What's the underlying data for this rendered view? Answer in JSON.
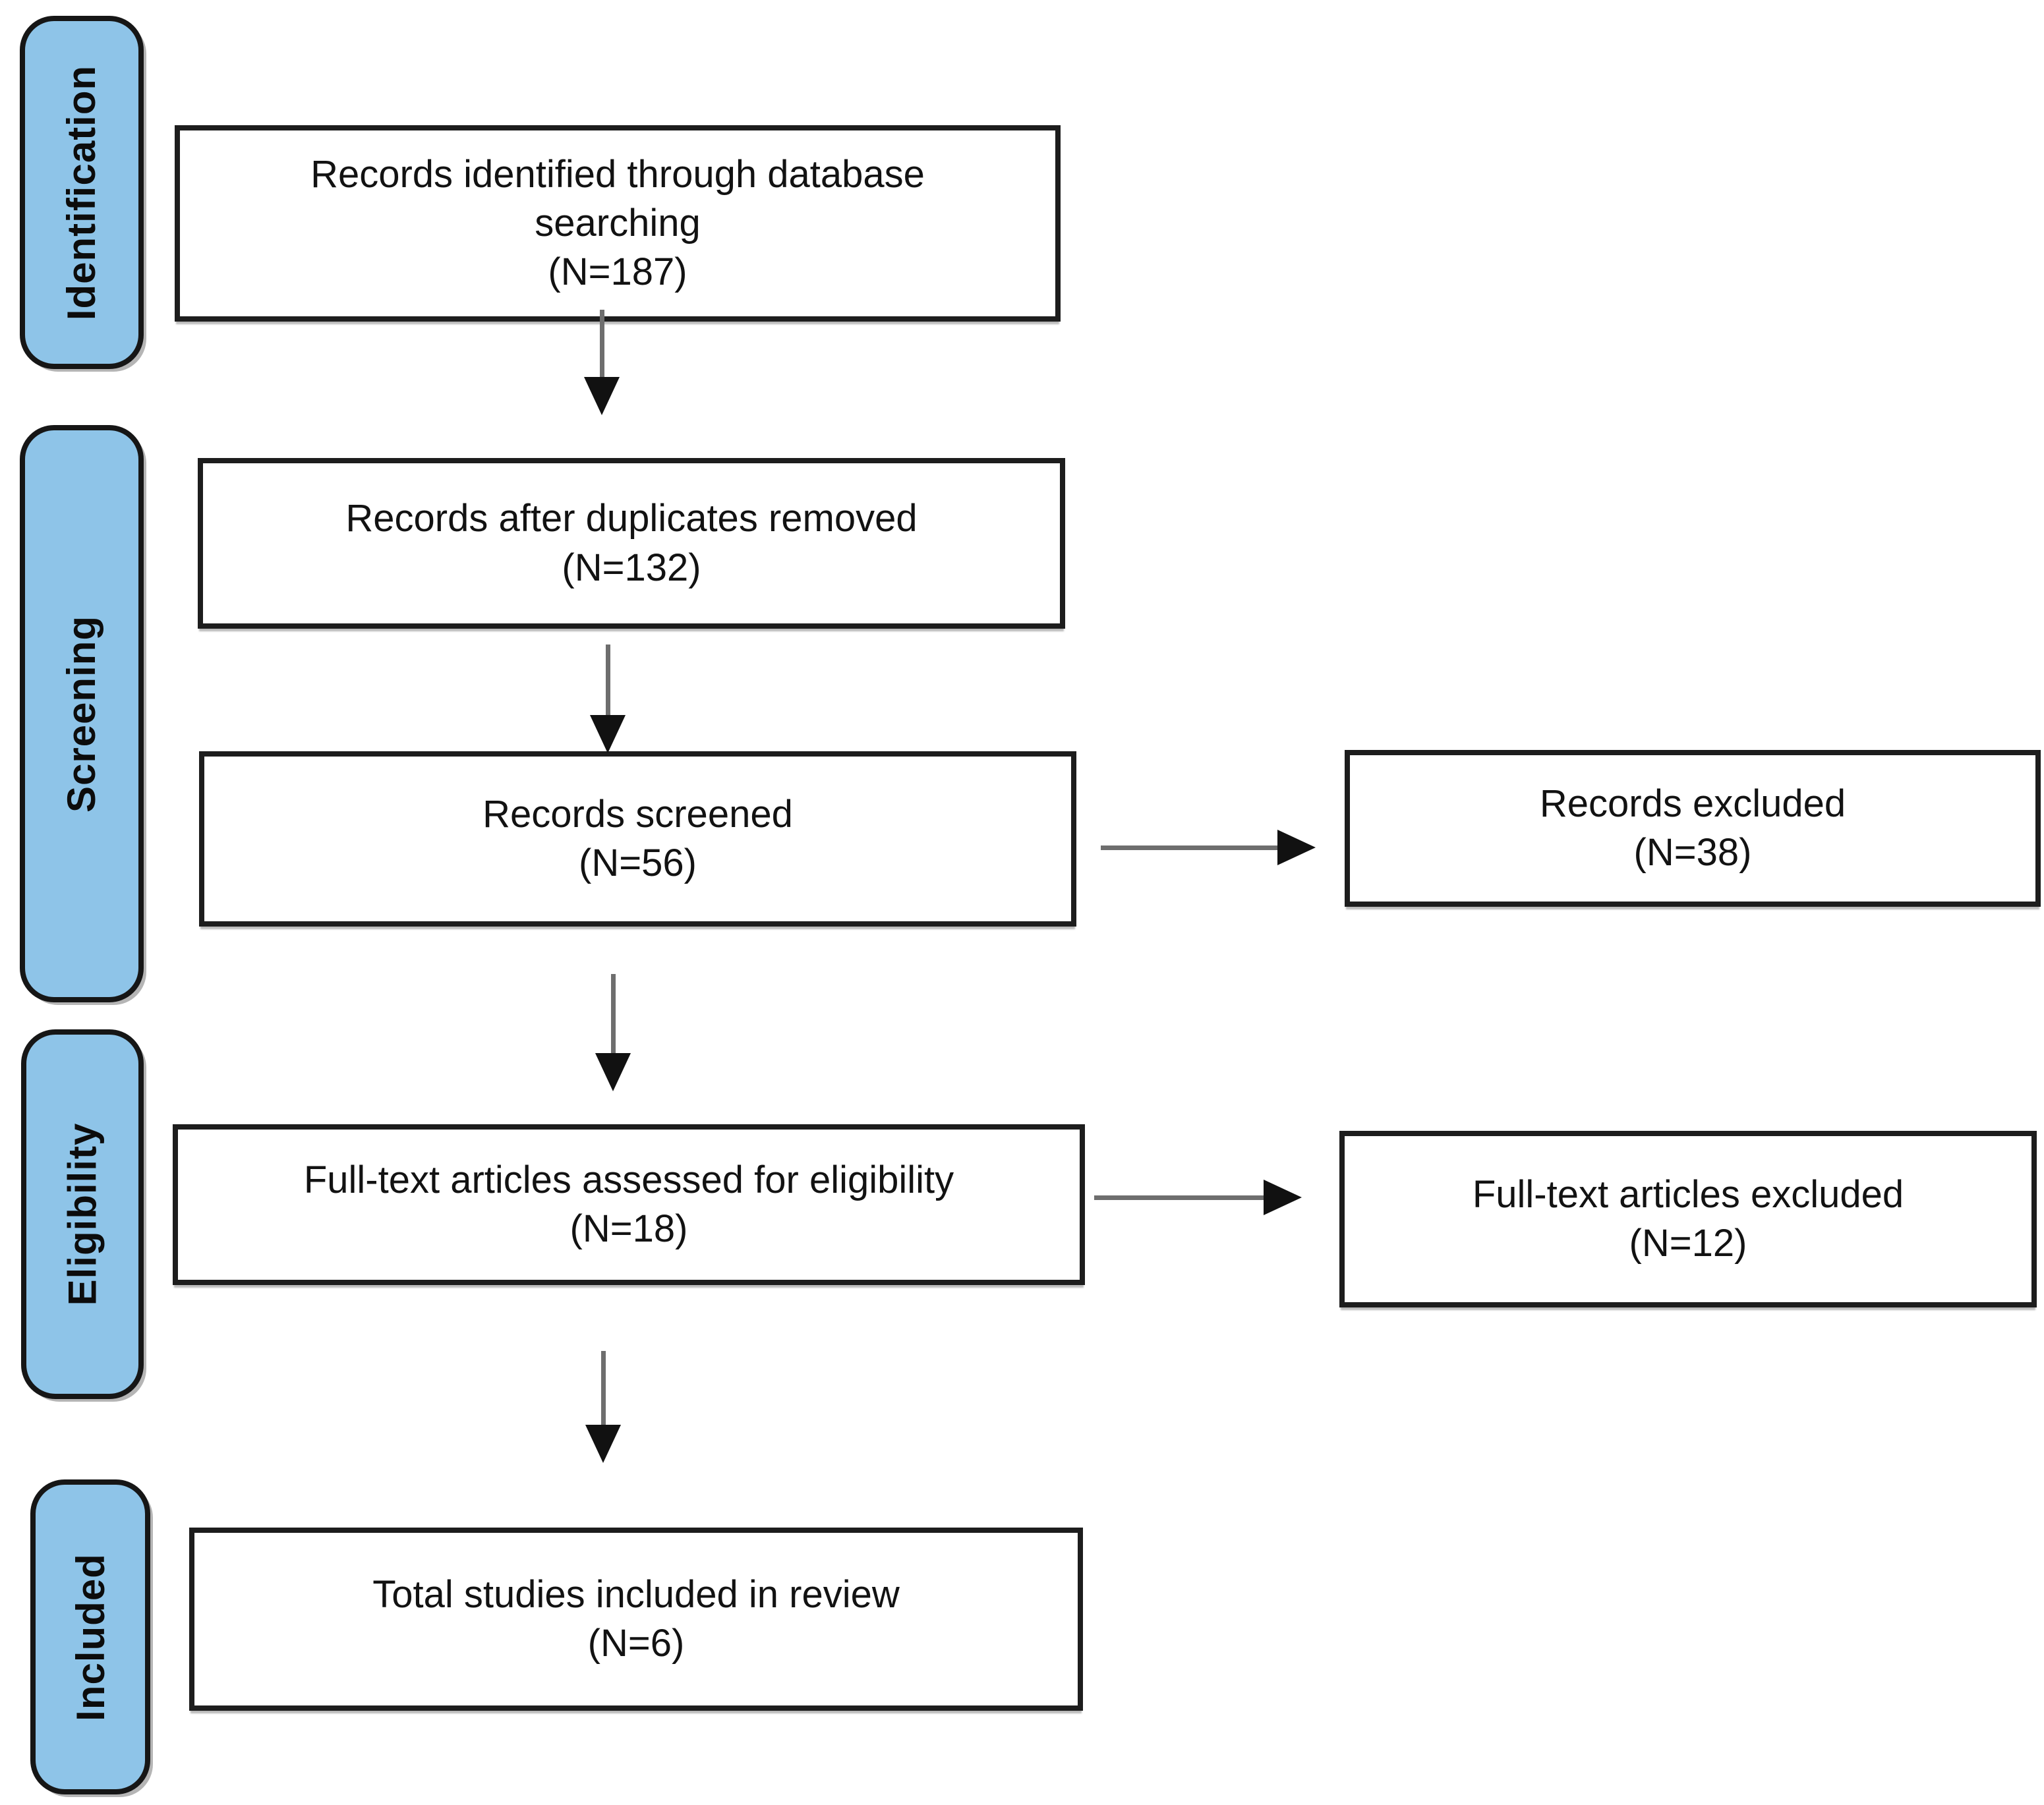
{
  "diagram": {
    "type": "prisma-flowchart",
    "stages": [
      {
        "label": "Identification"
      },
      {
        "label": "Screening"
      },
      {
        "label": "Eligibility"
      },
      {
        "label": "Included"
      }
    ],
    "main_boxes": [
      {
        "id": "identified",
        "lines": [
          "Records identified through database",
          "searching",
          "(N=187)"
        ]
      },
      {
        "id": "deduplicated",
        "lines": [
          "Records after duplicates removed",
          "(N=132)"
        ]
      },
      {
        "id": "screened",
        "lines": [
          "Records screened",
          "(N=56)"
        ]
      },
      {
        "id": "fulltext",
        "lines": [
          "Full-text articles assessed for eligibility",
          "(N=18)"
        ]
      },
      {
        "id": "included",
        "lines": [
          "Total studies included in review",
          "(N=6)"
        ]
      }
    ],
    "side_boxes": [
      {
        "id": "records-excluded",
        "lines": [
          "Records excluded",
          "(N=38)"
        ]
      },
      {
        "id": "fulltext-excluded",
        "lines": [
          "Full-text articles excluded",
          "(N=12)"
        ]
      }
    ],
    "counts": {
      "identified": 187,
      "after_duplicates_removed": 132,
      "screened": 56,
      "records_excluded": 38,
      "fulltext_assessed": 18,
      "fulltext_excluded": 12,
      "included_in_review": 6
    },
    "colors": {
      "stage_fill": "#8EC4E8",
      "box_fill": "#FFFFFF",
      "stroke": "#1D1D1D",
      "arrow_line": "#6E6E6E",
      "arrow_head": "#111111"
    }
  }
}
